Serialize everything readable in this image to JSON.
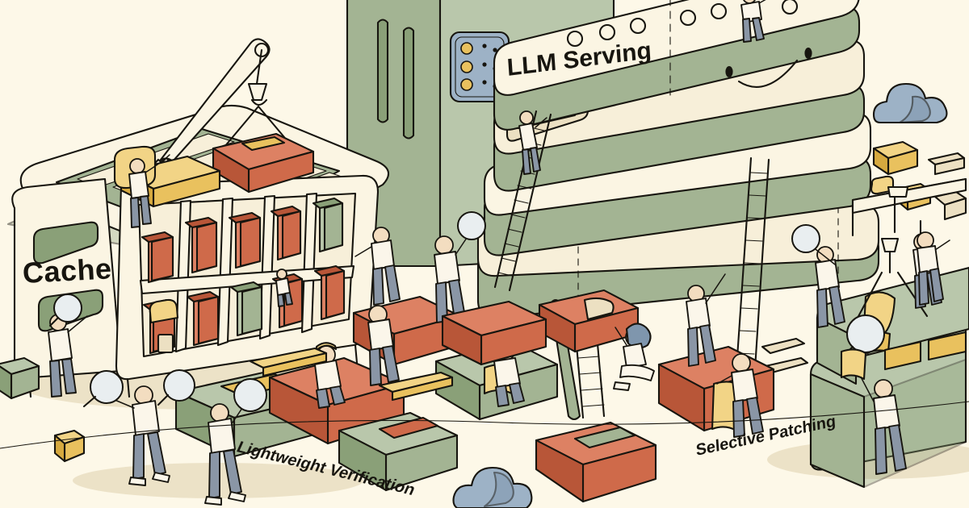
{
  "illustration": {
    "title": "LLM Serving Cache Warehouse Illustration",
    "style": "flat line-art isometric infographic",
    "background_color": "#fdf8e8"
  },
  "labels": {
    "cache": "Cache",
    "llm_serving": "LLM Serving",
    "lightweight_verification": "Lightweight Verification",
    "selective_patching": "Selective Patching"
  },
  "palette": {
    "background": "#fdf8e8",
    "ink": "#17150f",
    "cream": "#f7efd9",
    "cream_light": "#fbf5e3",
    "cream_shadow": "#ece0c2",
    "terracotta": "#cf6a4a",
    "terracotta_dark": "#b85638",
    "terracotta_light": "#dd8163",
    "sage": "#a3b493",
    "sage_dark": "#8aa078",
    "sage_light": "#b9c7ab",
    "gold": "#e9c15e",
    "gold_light": "#f2d486",
    "gold_dark": "#d6a93f",
    "slate_blue": "#9db2c6",
    "slate_blue_dark": "#7f96ad",
    "denim": "#8a96a6",
    "shadow": "#ece2c7"
  },
  "scene_elements": [
    {
      "name": "cache-rack",
      "label": "Cache",
      "description": "large isometric open shelving unit holding red and green crates"
    },
    {
      "name": "gantry-crane",
      "description": "crane on rails lifting a red brick with a hook"
    },
    {
      "name": "llm-serving-stack",
      "label": "LLM Serving",
      "description": "tall stack of rounded cream slabs with a smiley face"
    },
    {
      "name": "server-tower",
      "description": "green tower with blue control panel and amber indicator lights"
    },
    {
      "name": "ladder-tall-left",
      "description": "ladder leaning on the LLM Serving stack"
    },
    {
      "name": "ladder-tall-right",
      "description": "ladder leaning on the lower slab of the stack"
    },
    {
      "name": "patching-slabs",
      "label": "Selective Patching",
      "description": "green slabs with yellow patch pieces being inserted"
    },
    {
      "name": "inspection-crew",
      "label": "Lightweight Verification",
      "description": "workers holding magnifying glasses over crates"
    },
    {
      "name": "cloud-top-right",
      "description": "blue-grey cloud"
    },
    {
      "name": "cloud-bottom-center",
      "description": "blue-grey cloud"
    }
  ],
  "indicator_lights": {
    "count": 3,
    "color": "#e9c15e"
  },
  "crate_grid": {
    "rows": 2,
    "columns": 5,
    "colors": [
      "#cf6a4a",
      "#a3b493"
    ]
  }
}
